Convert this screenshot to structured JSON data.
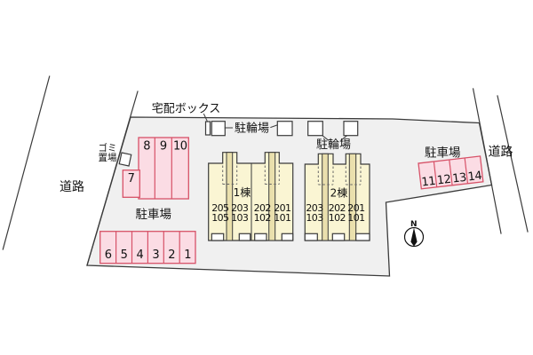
{
  "plan": {
    "labels": {
      "delivery_box": "宅配ボックス",
      "bike_parking_a": "駐輪場",
      "bike_parking_b": "駐輪場",
      "garbage_line1": "ゴミ",
      "garbage_line2": "置場",
      "road_left": "道路",
      "road_right": "道路",
      "parking_left": "駐車場",
      "parking_right": "駐車場",
      "north": "N"
    },
    "building1": {
      "name": "1棟",
      "upper": [
        "205",
        "203",
        "202",
        "201"
      ],
      "lower": [
        "105",
        "103",
        "102",
        "101"
      ]
    },
    "building2": {
      "name": "2棟",
      "upper": [
        "203",
        "202",
        "201"
      ],
      "lower": [
        "103",
        "102",
        "101"
      ]
    },
    "parking": {
      "top_row": [
        "8",
        "9",
        "10"
      ],
      "single": "7",
      "bottom_row": [
        "6",
        "5",
        "4",
        "3",
        "2",
        "1"
      ],
      "right_row": [
        "11",
        "12",
        "13",
        "14"
      ]
    },
    "colors": {
      "site_fill": "#f0f0f0",
      "building_fill": "#faf5d3",
      "stairwell_fill": "#eae0ad",
      "parking_fill": "#fbdce4",
      "parking_border": "#d75268",
      "outline": "#3b3b3b"
    }
  }
}
